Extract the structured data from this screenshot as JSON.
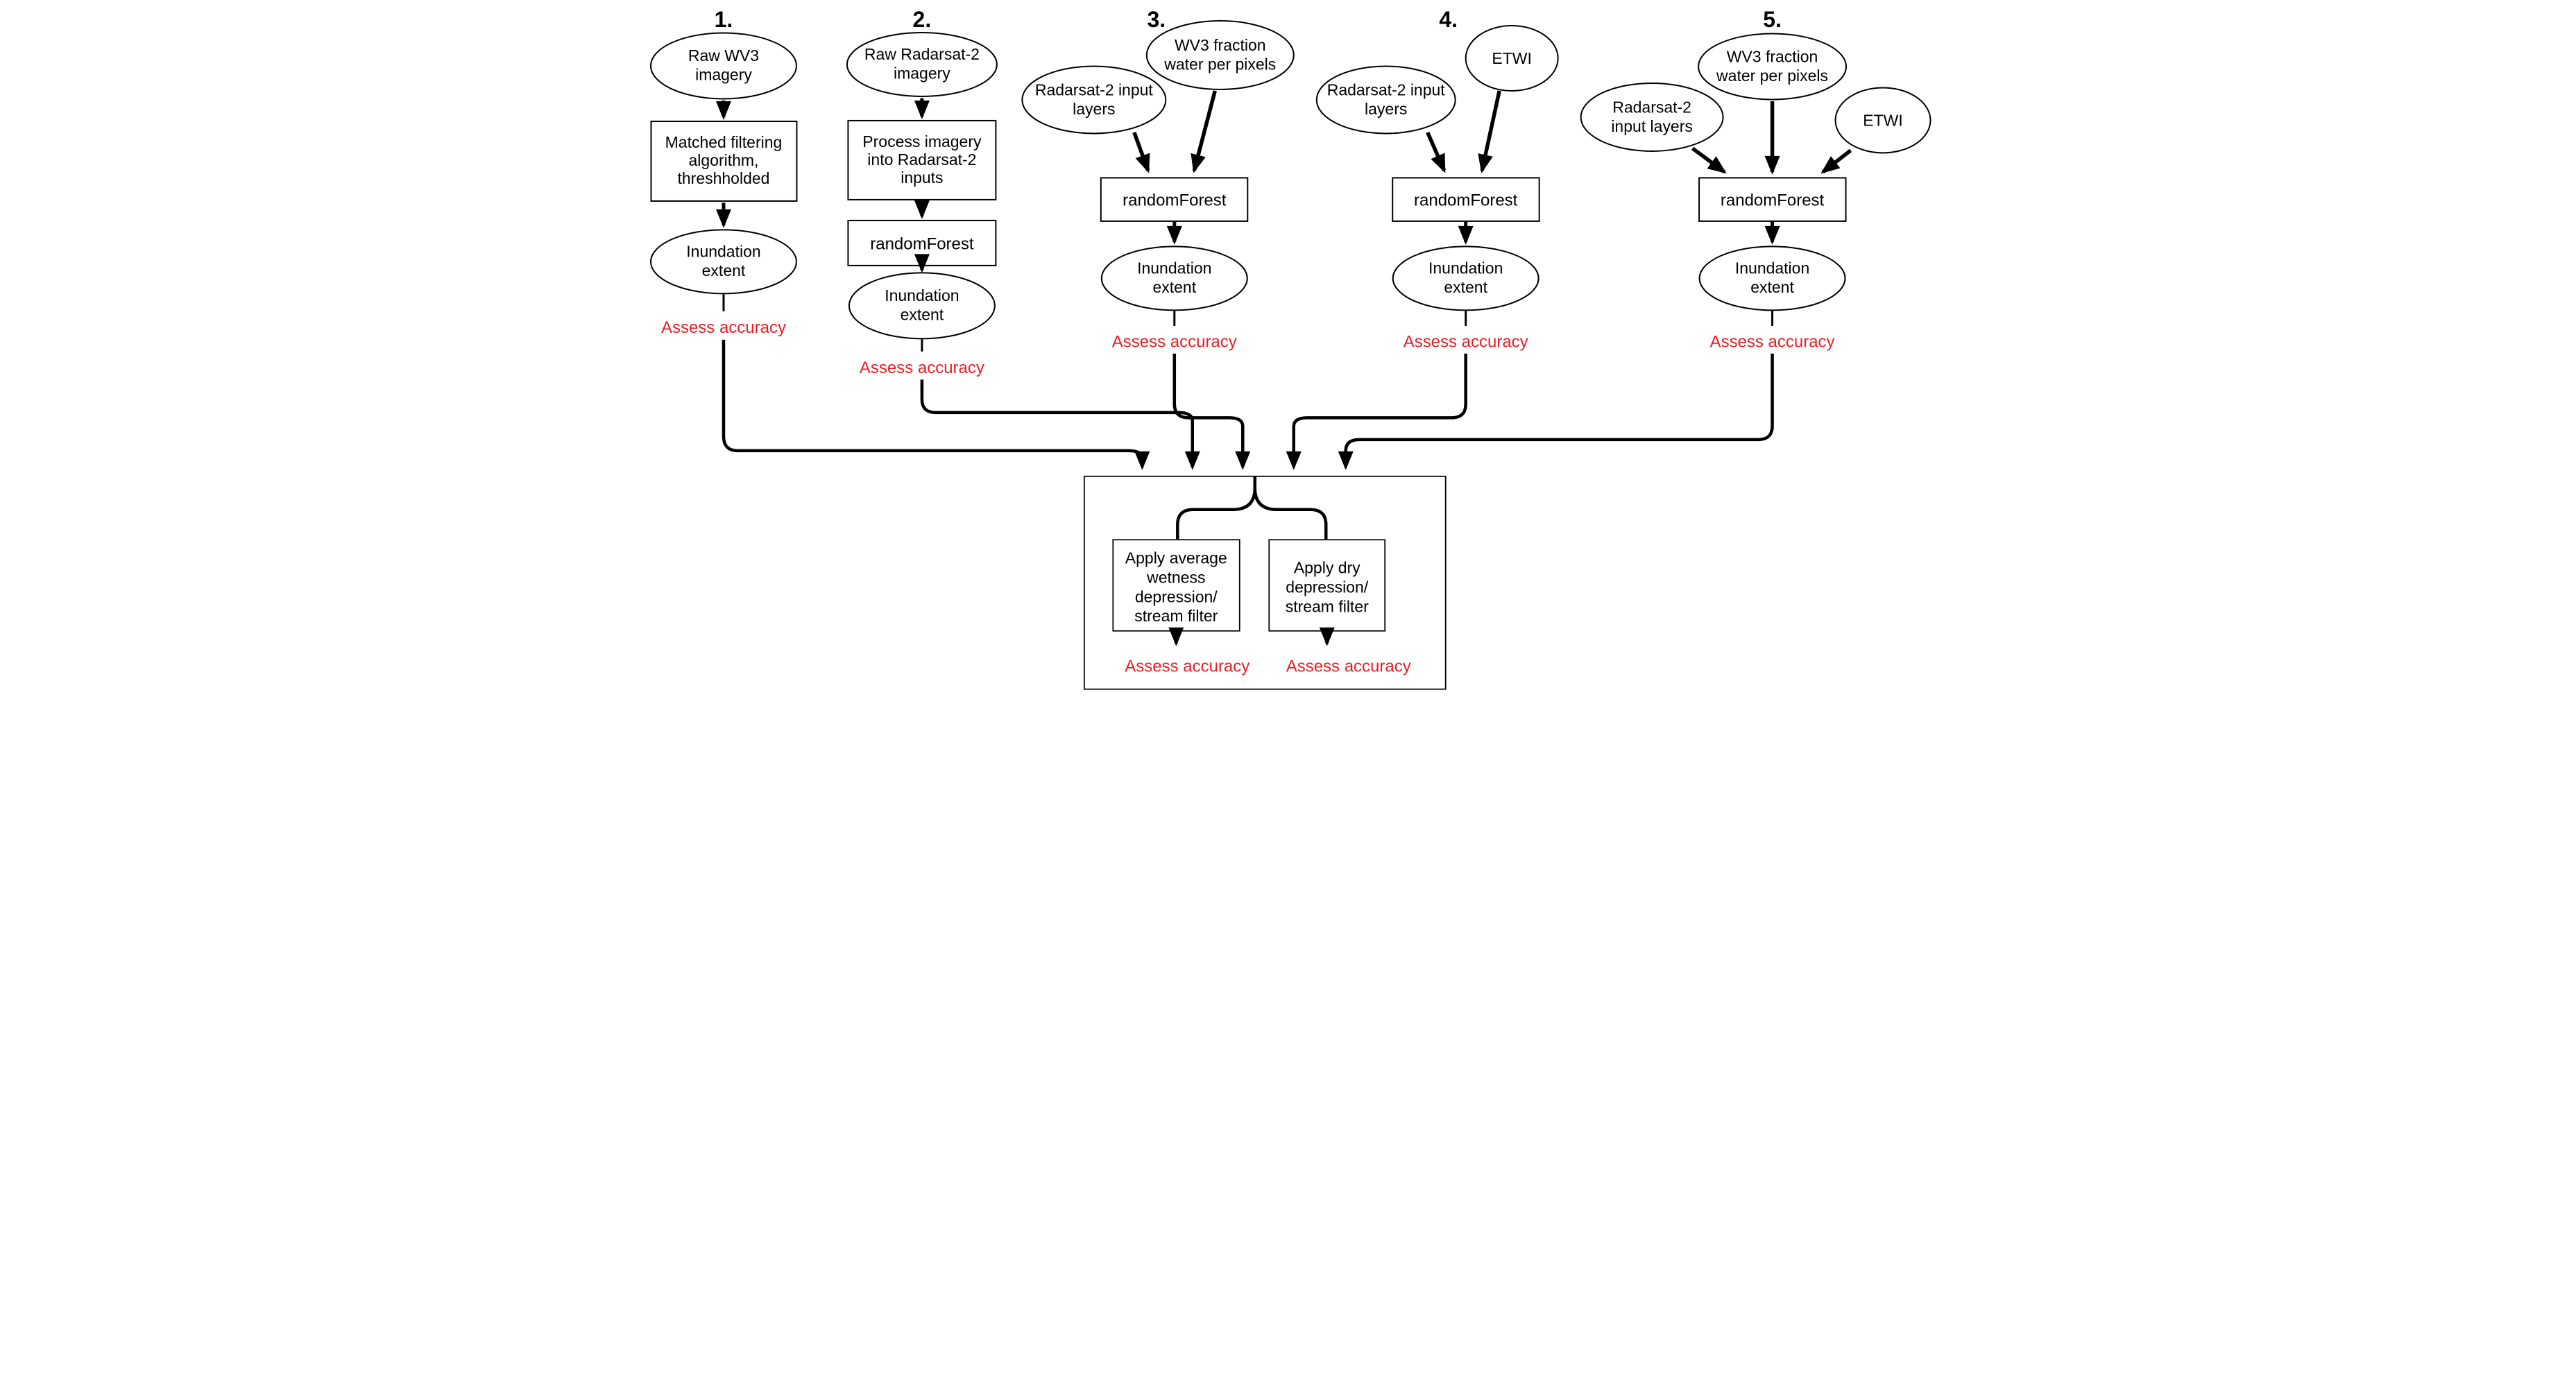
{
  "colors": {
    "stroke": "#000000",
    "assess_red": "#ec1c24",
    "background": "#ffffff"
  },
  "workflows": {
    "w1": {
      "number": "1.",
      "raw_imagery": [
        "Raw WV3",
        "imagery"
      ],
      "filter_box": [
        "Matched filtering",
        "algorithm,",
        "threshholded"
      ],
      "inundation": [
        "Inundation",
        "extent"
      ],
      "assess": "Assess accuracy"
    },
    "w2": {
      "number": "2.",
      "raw_imagery": [
        "Raw Radarsat-2",
        "imagery"
      ],
      "process_box": [
        "Process imagery",
        "into Radarsat-2",
        "inputs"
      ],
      "random_forest": "randomForest",
      "inundation": [
        "Inundation",
        "extent"
      ],
      "assess": "Assess accuracy"
    },
    "w3": {
      "number": "3.",
      "wv3_fraction": [
        "WV3 fraction",
        "water per pixels"
      ],
      "radarsat_inputs": [
        "Radarsat-2 input",
        "layers"
      ],
      "random_forest": "randomForest",
      "inundation": [
        "Inundation",
        "extent"
      ],
      "assess": "Assess accuracy"
    },
    "w4": {
      "number": "4.",
      "etwi": "ETWI",
      "radarsat_inputs": [
        "Radarsat-2 input",
        "layers"
      ],
      "random_forest": "randomForest",
      "inundation": [
        "Inundation",
        "extent"
      ],
      "assess": "Assess accuracy"
    },
    "w5": {
      "number": "5.",
      "wv3_fraction": [
        "WV3 fraction",
        "water per pixels"
      ],
      "radarsat_inputs": [
        "Radarsat-2",
        "input layers"
      ],
      "etwi": "ETWI",
      "random_forest": "randomForest",
      "inundation": [
        "Inundation",
        "extent"
      ],
      "assess": "Assess accuracy"
    }
  },
  "final_box": {
    "wetness_filter_box": [
      "Apply average",
      "wetness",
      "depression/",
      "stream filter"
    ],
    "dry_filter_box": [
      "Apply dry",
      "depression/",
      "stream filter"
    ],
    "assess_left": "Assess accuracy",
    "assess_right": "Assess accuracy"
  }
}
